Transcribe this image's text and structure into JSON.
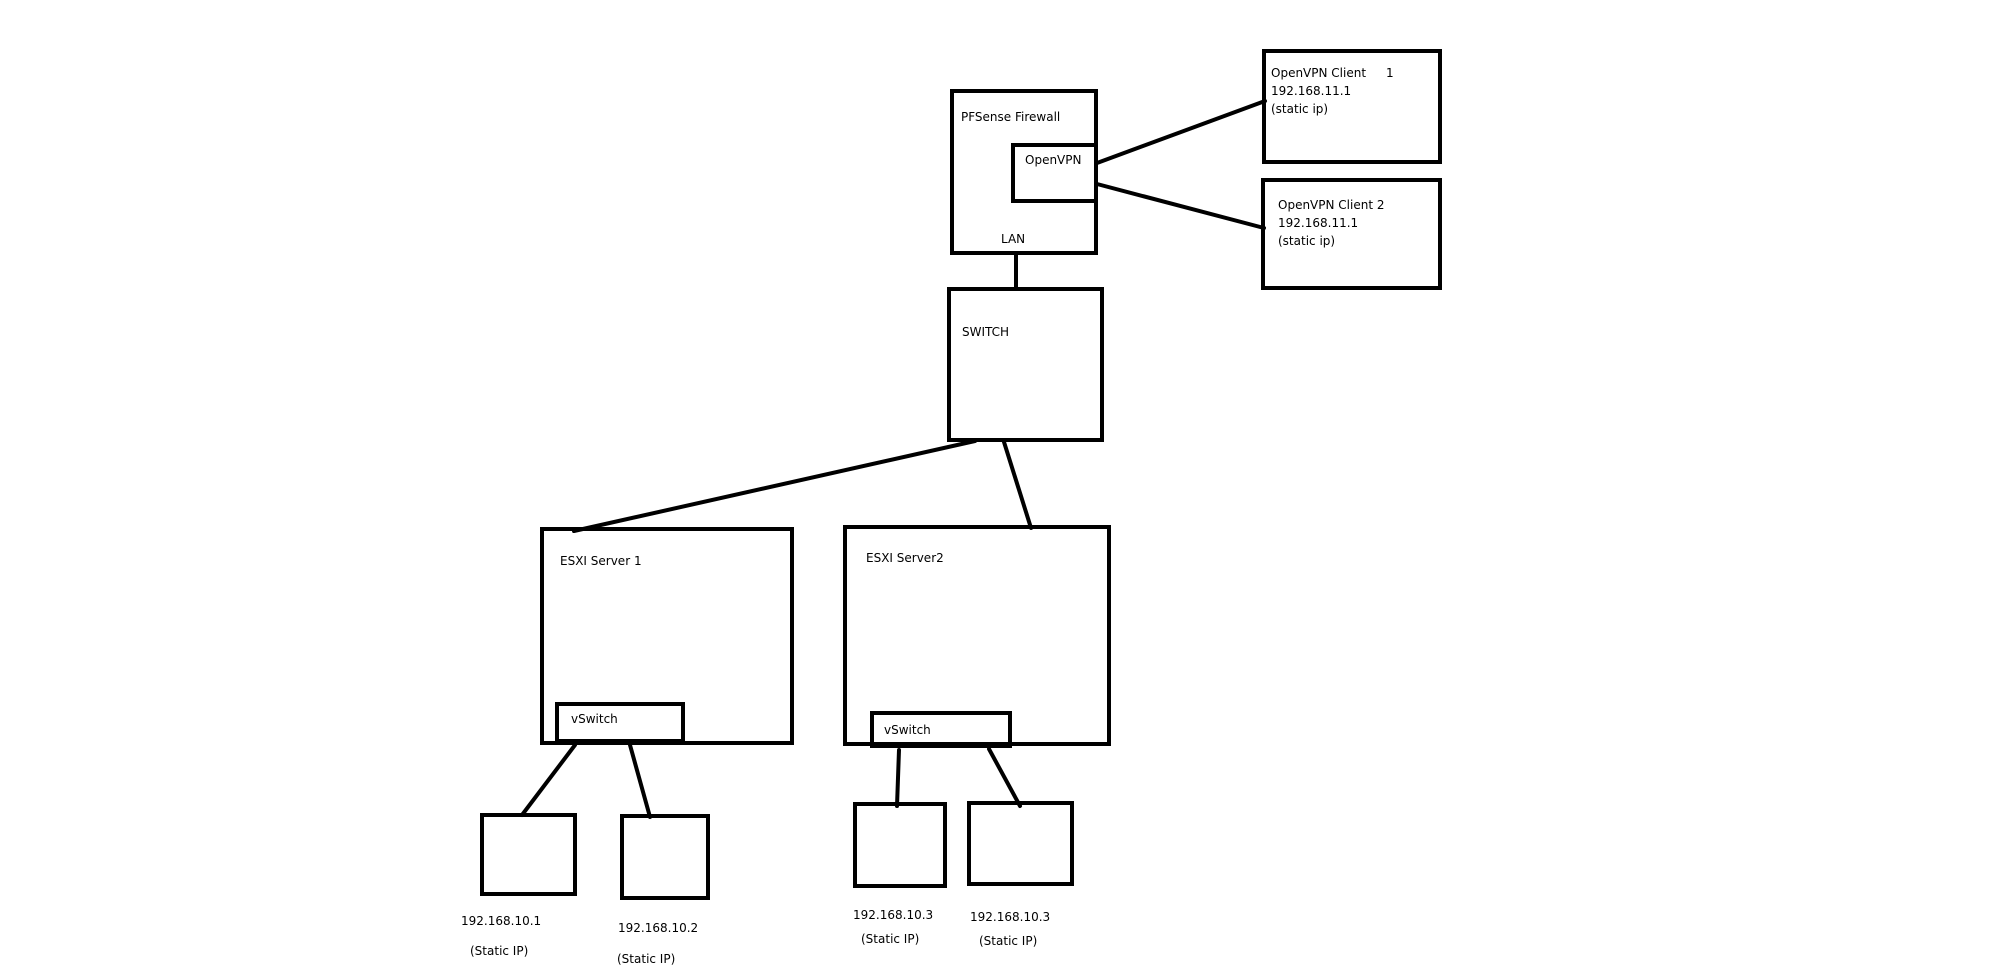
{
  "diagram": {
    "firewall": {
      "title": "PFSense Firewall",
      "openvpn": "OpenVPN",
      "lan": "LAN"
    },
    "client1": {
      "title": "OpenVPN Client",
      "num": "1",
      "ip": "192.168.11.1",
      "note": "(static ip)"
    },
    "client2": {
      "title": "OpenVPN Client 2",
      "ip": "192.168.11.1",
      "note": "(static ip)"
    },
    "switch": {
      "title": "SWITCH"
    },
    "esxi1": {
      "title": "ESXI Server 1",
      "vswitch": "vSwitch",
      "vm1": {
        "ip": "192.168.10.1",
        "note": "(Static IP)"
      },
      "vm2": {
        "ip": "192.168.10.2",
        "note": "(Static IP)"
      }
    },
    "esxi2": {
      "title": "ESXI Server2",
      "vswitch": "vSwitch",
      "vm1": {
        "ip": "192.168.10.3",
        "note": "(Static IP)"
      },
      "vm2": {
        "ip": "192.168.10.3",
        "note": "(Static IP)"
      }
    }
  }
}
